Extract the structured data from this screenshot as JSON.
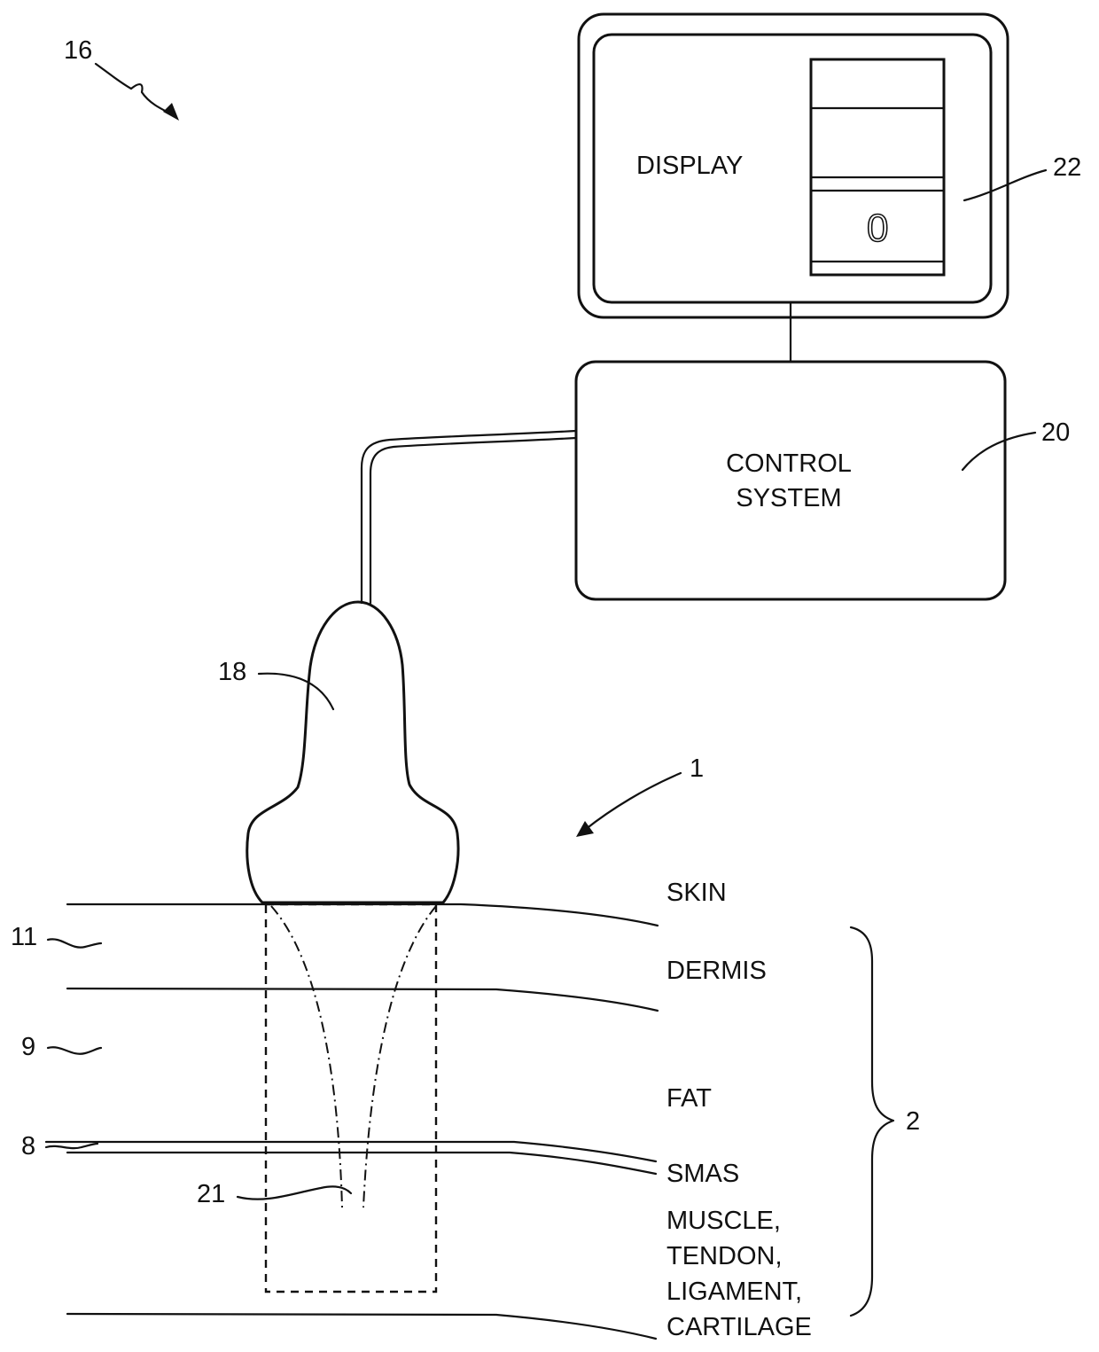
{
  "labels": {
    "display": "DISPLAY",
    "display_digit": "0",
    "control_line1": "CONTROL",
    "control_line2": "SYSTEM",
    "skin": "SKIN",
    "dermis": "DERMIS",
    "fat": "FAT",
    "smas": "SMAS",
    "muscle_line1": "MUSCLE,",
    "muscle_line2": "TENDON,",
    "muscle_line3": "LIGAMENT,",
    "muscle_line4": "CARTILAGE"
  },
  "refs": {
    "system": "16",
    "display_unit": "22",
    "control_unit": "20",
    "probe": "18",
    "region": "1",
    "tissue_group": "2",
    "dermis_layer": "11",
    "fat_layer": "9",
    "smas_layer": "8",
    "focal_zone": "21"
  }
}
